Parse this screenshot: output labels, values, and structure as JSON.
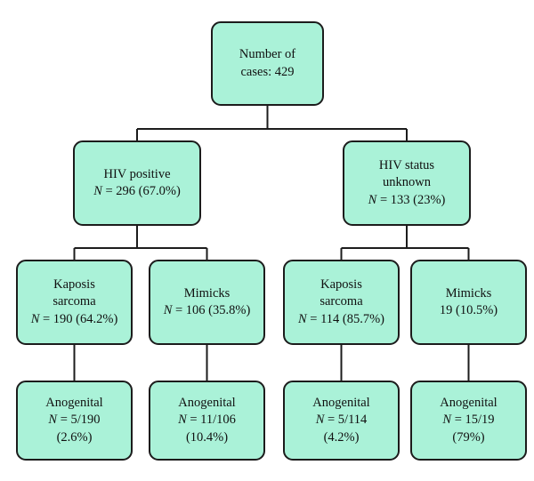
{
  "chart_data": {
    "type": "diagram",
    "title": "",
    "diagram_kind": "flowchart-tree",
    "levels": 4,
    "total_cases": 429,
    "nodes": [
      {
        "id": "root",
        "level": 1,
        "lines": [
          "Number of",
          "cases: 429"
        ]
      },
      {
        "id": "hiv-positive",
        "level": 2,
        "lines": [
          "HIV positive"
        ],
        "stat_prefix": "N",
        "stat_rest": " = 296 (67.0%)",
        "value": 296,
        "percent": 67.0
      },
      {
        "id": "hiv-unknown",
        "level": 2,
        "lines": [
          "HIV status",
          "unknown"
        ],
        "stat_prefix": "N",
        "stat_rest": " = 133 (23%)",
        "value": 133,
        "percent": 23
      },
      {
        "id": "ks-positive",
        "level": 3,
        "lines": [
          "Kaposis",
          "sarcoma"
        ],
        "stat_prefix": "N",
        "stat_rest": " = 190 (64.2%)",
        "value": 190,
        "percent": 64.2
      },
      {
        "id": "mimicks-positive",
        "level": 3,
        "lines": [
          "Mimicks"
        ],
        "stat_prefix": "N",
        "stat_rest": " = 106 (35.8%)",
        "value": 106,
        "percent": 35.8
      },
      {
        "id": "ks-unknown",
        "level": 3,
        "lines": [
          "Kaposis",
          "sarcoma"
        ],
        "stat_prefix": "N",
        "stat_rest": " = 114 (85.7%)",
        "value": 114,
        "percent": 85.7
      },
      {
        "id": "mimicks-unknown",
        "level": 3,
        "lines": [
          "Mimicks",
          "19 (10.5%)"
        ],
        "value": 19,
        "percent": 10.5
      },
      {
        "id": "anogenital-ks-positive",
        "level": 4,
        "lines": [
          "Anogenital"
        ],
        "stat_prefix": "N",
        "stat_rest": " = 5/190",
        "percent_line": "(2.6%)",
        "numerator": 5,
        "denominator": 190,
        "percent": 2.6
      },
      {
        "id": "anogenital-mimicks-positive",
        "level": 4,
        "lines": [
          "Anogenital"
        ],
        "stat_prefix": "N",
        "stat_rest": " = 11/106",
        "percent_line": "(10.4%)",
        "numerator": 11,
        "denominator": 106,
        "percent": 10.4
      },
      {
        "id": "anogenital-ks-unknown",
        "level": 4,
        "lines": [
          "Anogenital"
        ],
        "stat_prefix": "N",
        "stat_rest": " = 5/114",
        "percent_line": "(4.2%)",
        "numerator": 5,
        "denominator": 114,
        "percent": 4.2
      },
      {
        "id": "anogenital-mimicks-unknown",
        "level": 4,
        "lines": [
          "Anogenital"
        ],
        "stat_prefix": "N",
        "stat_rest": " = 15/19",
        "percent_line": "(79%)",
        "numerator": 15,
        "denominator": 19,
        "percent": 79
      }
    ],
    "edges": [
      {
        "from": "root",
        "to": "hiv-positive"
      },
      {
        "from": "root",
        "to": "hiv-unknown"
      },
      {
        "from": "hiv-positive",
        "to": "ks-positive"
      },
      {
        "from": "hiv-positive",
        "to": "mimicks-positive"
      },
      {
        "from": "hiv-unknown",
        "to": "ks-unknown"
      },
      {
        "from": "hiv-unknown",
        "to": "mimicks-unknown"
      },
      {
        "from": "ks-positive",
        "to": "anogenital-ks-positive"
      },
      {
        "from": "mimicks-positive",
        "to": "anogenital-mimicks-positive"
      },
      {
        "from": "ks-unknown",
        "to": "anogenital-ks-unknown"
      },
      {
        "from": "mimicks-unknown",
        "to": "anogenital-mimicks-unknown"
      }
    ],
    "colors": {
      "node_fill": "#aaf2d8",
      "node_border": "#1c1c1c",
      "connector": "#1c1c1c",
      "background": "#ffffff",
      "text": "#111111"
    }
  },
  "nodes": {
    "root": {
      "line1": "Number of",
      "line2": "cases: 429"
    },
    "hiv_positive": {
      "line1": "HIV positive",
      "stat_symbol": "N",
      "stat_rest": " = 296 (67.0%)"
    },
    "hiv_unknown": {
      "line1": "HIV status",
      "line2": "unknown",
      "stat_symbol": "N",
      "stat_rest": " = 133 (23%)"
    },
    "ks_positive": {
      "line1": "Kaposis",
      "line2": "sarcoma",
      "stat_symbol": "N",
      "stat_rest": " = 190 (64.2%)"
    },
    "mimicks_positive": {
      "line1": "Mimicks",
      "stat_symbol": "N",
      "stat_rest": " = 106 (35.8%)"
    },
    "ks_unknown": {
      "line1": "Kaposis",
      "line2": "sarcoma",
      "stat_symbol": "N",
      "stat_rest": " = 114 (85.7%)"
    },
    "mimicks_unknown": {
      "line1": "Mimicks",
      "line2": "19 (10.5%)"
    },
    "anogenital_1": {
      "line1": "Anogenital",
      "stat_symbol": "N",
      "stat_rest": " = 5/190",
      "percent_line": "(2.6%)"
    },
    "anogenital_2": {
      "line1": "Anogenital",
      "stat_symbol": "N",
      "stat_rest": " = 11/106",
      "percent_line": "(10.4%)"
    },
    "anogenital_3": {
      "line1": "Anogenital",
      "stat_symbol": "N",
      "stat_rest": " = 5/114",
      "percent_line": "(4.2%)"
    },
    "anogenital_4": {
      "line1": "Anogenital",
      "stat_symbol": "N",
      "stat_rest": " = 15/19",
      "percent_line": "(79%)"
    }
  }
}
